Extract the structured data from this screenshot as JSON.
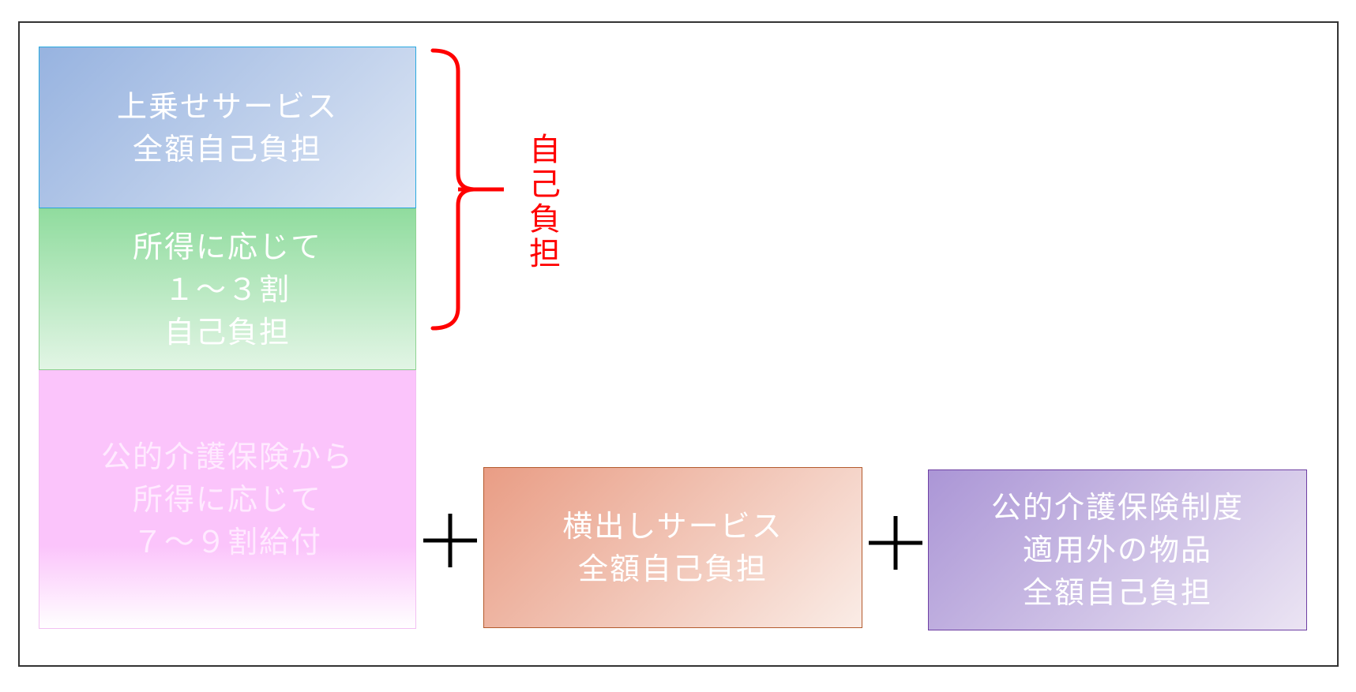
{
  "boxes": {
    "top": {
      "lines": [
        "上乗せサービス",
        "全額自己負担"
      ]
    },
    "middle": {
      "lines": [
        "所得に応じて",
        "１～３割",
        "自己負担"
      ]
    },
    "bottom": {
      "lines": [
        "公的介護保険から",
        "所得に応じて",
        "７～９割給付"
      ]
    },
    "yokodashi": {
      "lines": [
        "横出しサービス",
        "全額自己負担"
      ]
    },
    "outside": {
      "lines": [
        "公的介護保険制度",
        "適用外の物品",
        "全額自己負担"
      ]
    }
  },
  "brace": {
    "chars": [
      "自",
      "己",
      "負",
      "担"
    ],
    "color": "#ff0000"
  },
  "operators": {
    "plus": "＋"
  },
  "colors": {
    "top_fill": "#97b3e0",
    "middle_fill": "#90dc9e",
    "bottom_fill": "#fbc4fb",
    "yokodashi_fill": "#e99d85",
    "outside_fill": "#ab96d6",
    "text": "#ffffff"
  }
}
